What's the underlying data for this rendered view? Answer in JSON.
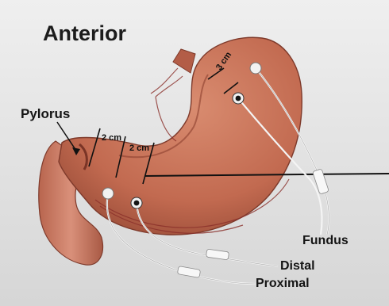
{
  "figure": {
    "title": "Anterior",
    "labels": {
      "pylorus": "Pylorus",
      "fundus": "Fundus",
      "distal": "Distal",
      "proximal": "Proximal"
    },
    "measurements": {
      "antrum_spacing_1": "2 cm",
      "antrum_spacing_2": "2 cm",
      "fundus_spacing": "3 cm"
    },
    "colors": {
      "background": "#e4e4e4",
      "stomach": "#c8735a",
      "stomach_dark": "#9c4a36",
      "vessels": "#8a2f2a",
      "leads": "#f4f4f4",
      "pointer": "#111111"
    }
  }
}
